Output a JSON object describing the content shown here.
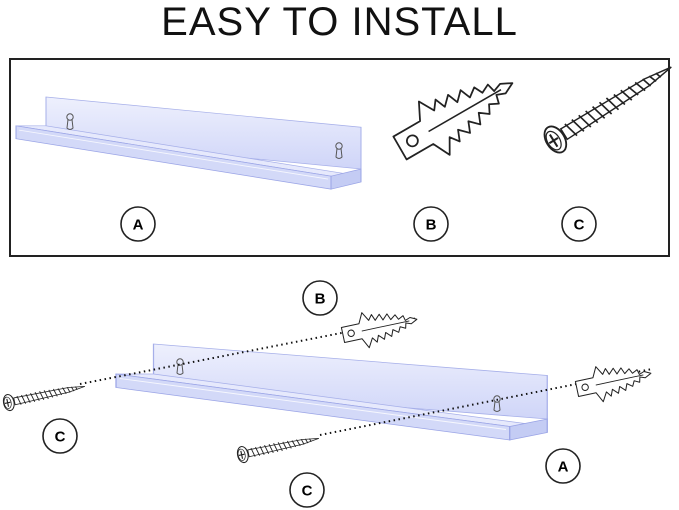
{
  "title": "EASY TO INSTALL",
  "parts_panel": {
    "shelf_label": "A",
    "anchor_label": "B",
    "screw_label": "C"
  },
  "installation": {
    "anchor_label": "B",
    "screw_left_label": "C",
    "screw_bottom_label": "C",
    "shelf_label": "A"
  },
  "colors": {
    "outline": "#222222",
    "shelf_fill": "#dfe3fb",
    "shelf_edge": "#9aa4e6",
    "dotted_line": "#111111"
  },
  "icons": [
    "acrylic-shelf-icon",
    "wall-anchor-icon",
    "screw-icon"
  ]
}
